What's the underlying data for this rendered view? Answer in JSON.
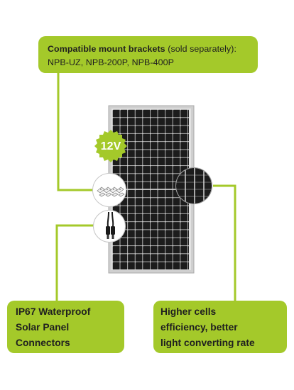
{
  "callouts": {
    "top": {
      "strong": "Compatible mount brackets",
      "rest": " (sold separately): NPB-UZ, NPB-200P, NPB-400P"
    },
    "left": {
      "line1": "IP67 Waterproof",
      "line2": "Solar Panel",
      "line3": "Connectors"
    },
    "right": {
      "line1": "Higher cells",
      "line2": "efficiency, better",
      "line3": "light converting rate"
    }
  },
  "badge": {
    "label": "12V"
  },
  "colors": {
    "accent": "#a4c92a",
    "cell": "#1c1c1c",
    "frame": "#c9c9c9"
  },
  "icons": {
    "mount-brackets": "mount-brackets-icon",
    "connector-cable": "connector-cable-icon",
    "cell-closeup": "cell-closeup-icon"
  }
}
